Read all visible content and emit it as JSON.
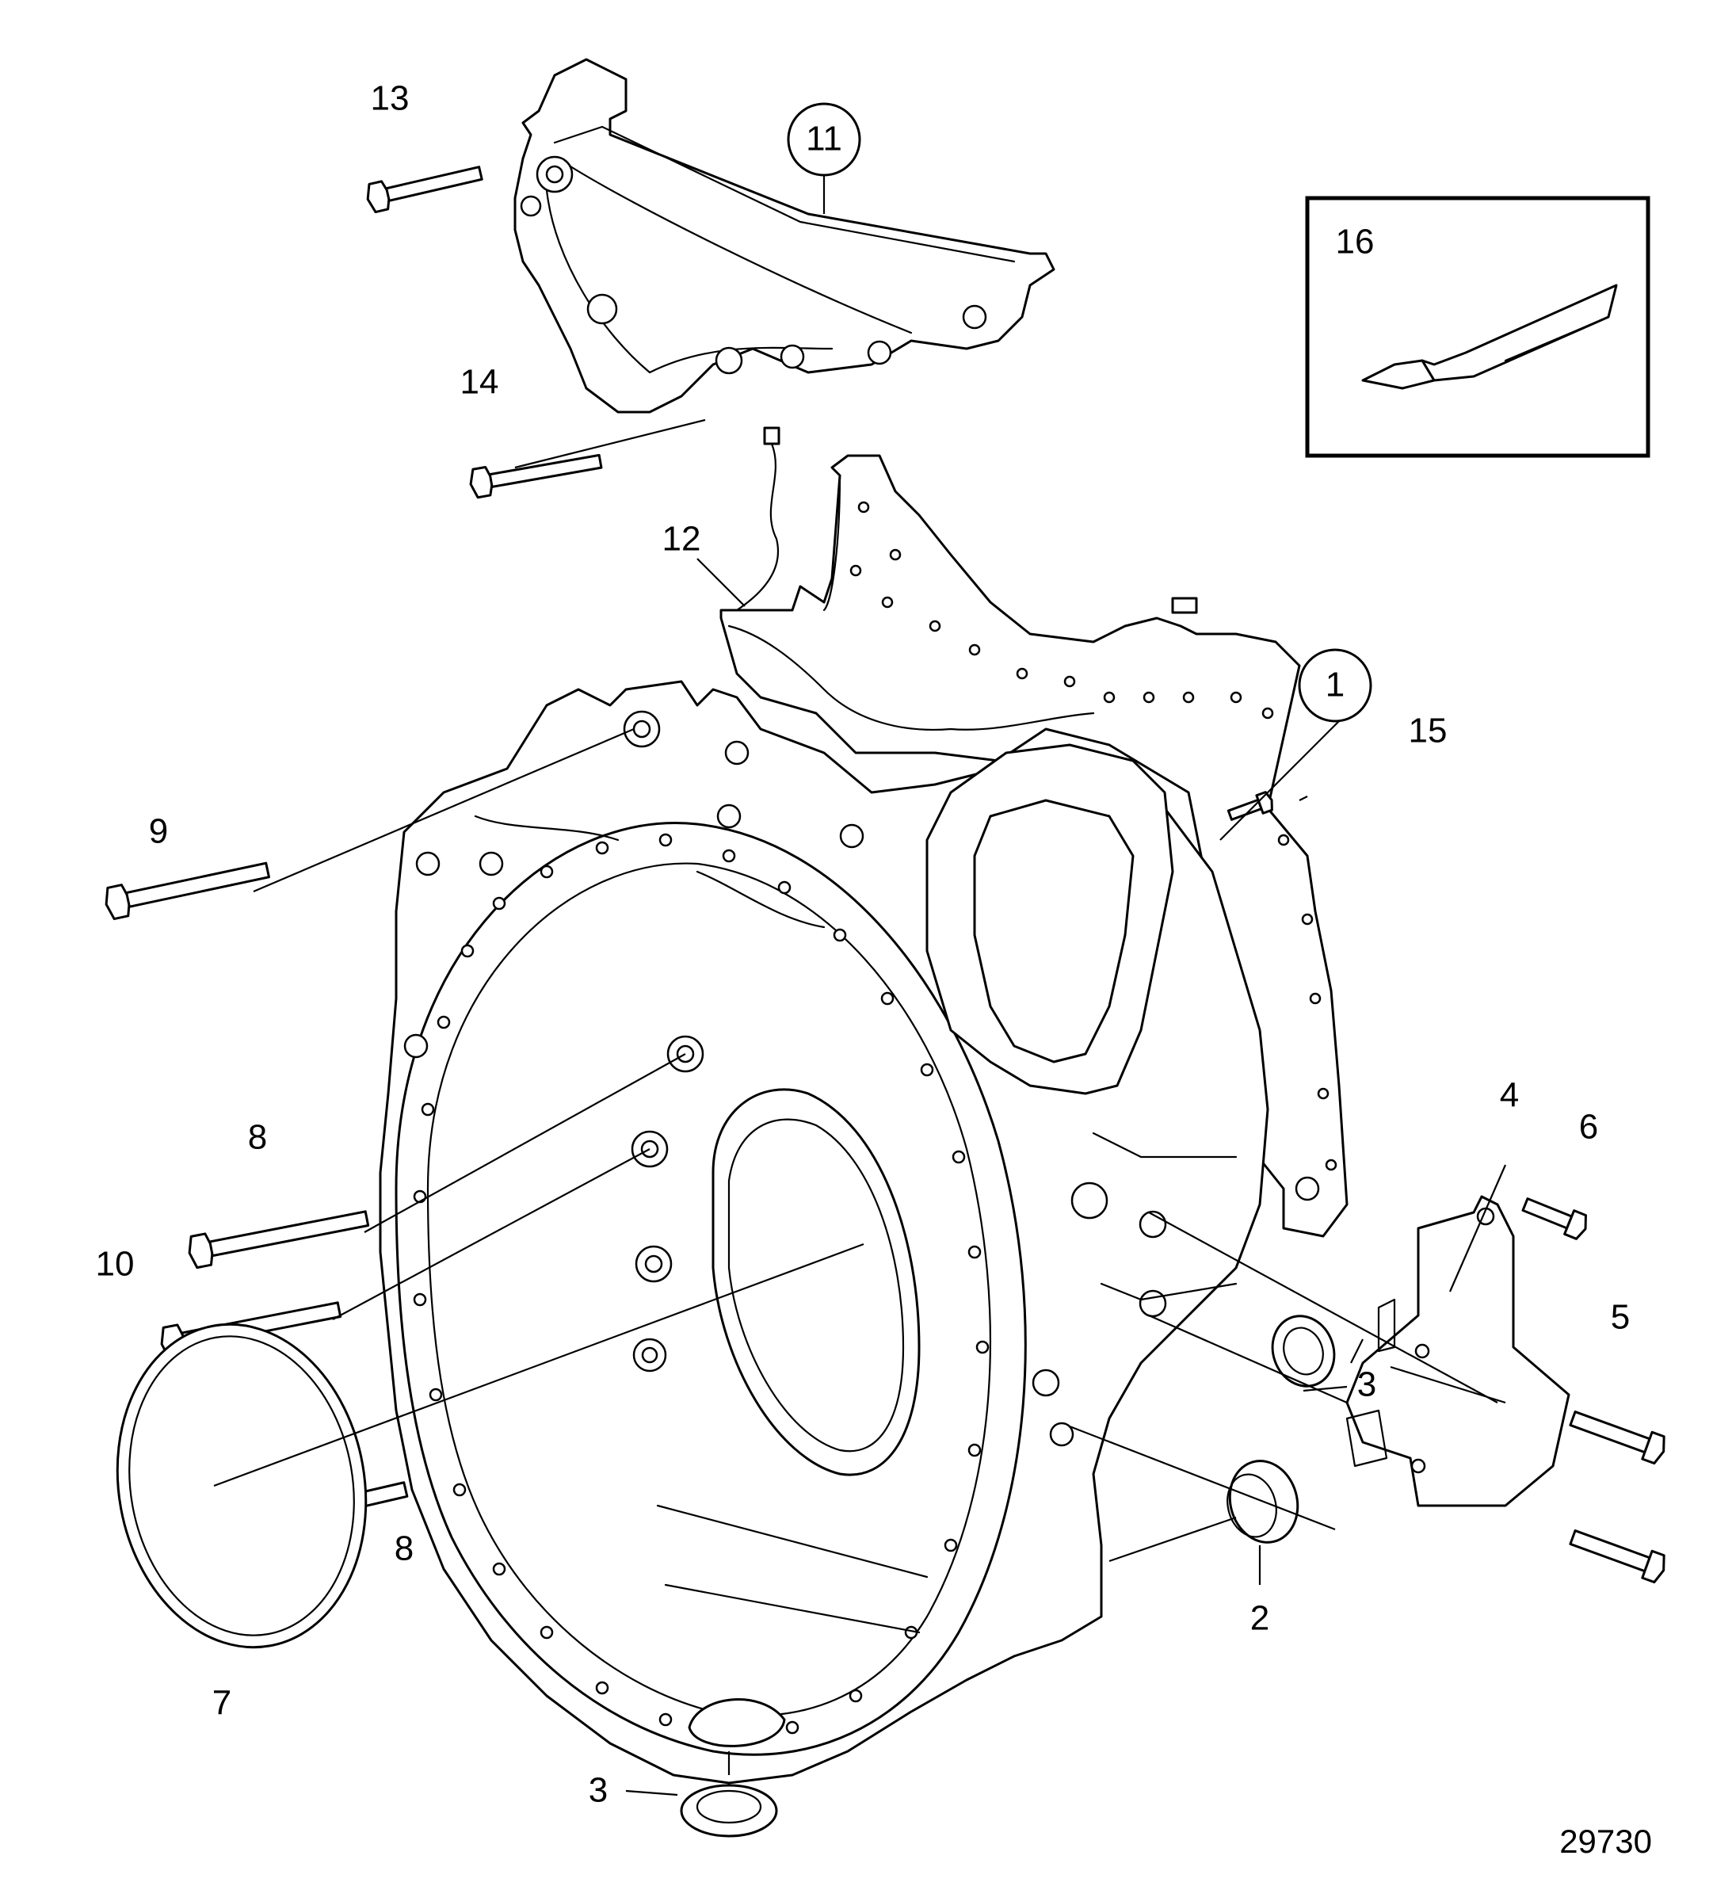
{
  "figure_number": "29730",
  "callouts": {
    "c1": "1",
    "c2": "2",
    "c3a": "3",
    "c3b": "3",
    "c4": "4",
    "c5": "5",
    "c6": "6",
    "c7": "7",
    "c8a": "8",
    "c8b": "8",
    "c9": "9",
    "c10": "10",
    "c11": "11",
    "c12": "12",
    "c13": "13",
    "c14": "14",
    "c15": "15",
    "c16": "16"
  },
  "inset": {
    "item": "sealant-tube"
  }
}
